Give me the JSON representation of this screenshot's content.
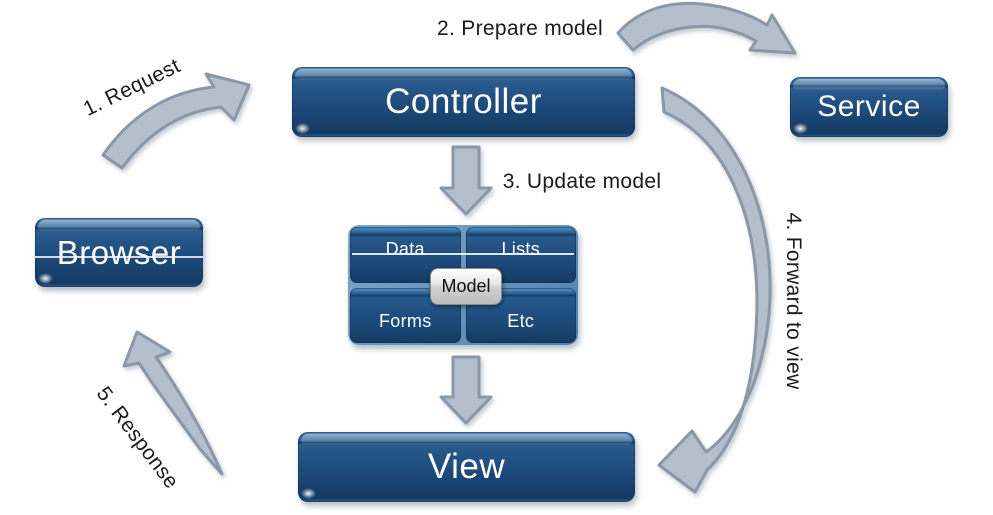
{
  "nodes": {
    "browser": {
      "label": "Browser"
    },
    "controller": {
      "label": "Controller"
    },
    "service": {
      "label": "Service"
    },
    "view": {
      "label": "View"
    }
  },
  "model": {
    "button_label": "Model",
    "cells": [
      {
        "label": "Data"
      },
      {
        "label": "Lists"
      },
      {
        "label": "Forms"
      },
      {
        "label": "Etc"
      }
    ]
  },
  "arrows": {
    "request": {
      "label": "1. Request"
    },
    "prepare_model": {
      "label": "2. Prepare model"
    },
    "update_model": {
      "label": "3. Update model"
    },
    "forward_to_view": {
      "label": "4. Forward to view"
    },
    "response": {
      "label": "5. Response"
    }
  },
  "colors": {
    "node-blue-top": "#2e6ba4",
    "node-blue-mid": "#1d4e80",
    "node-blue-bottom": "#153a61",
    "arrow-fill": "#b5bfcc",
    "arrow-stroke": "#8a97a8",
    "label-text": "#1a1a1a",
    "model-button-bg": "#e8e8e8",
    "grid-gap-glow": "#7fa8cc"
  }
}
